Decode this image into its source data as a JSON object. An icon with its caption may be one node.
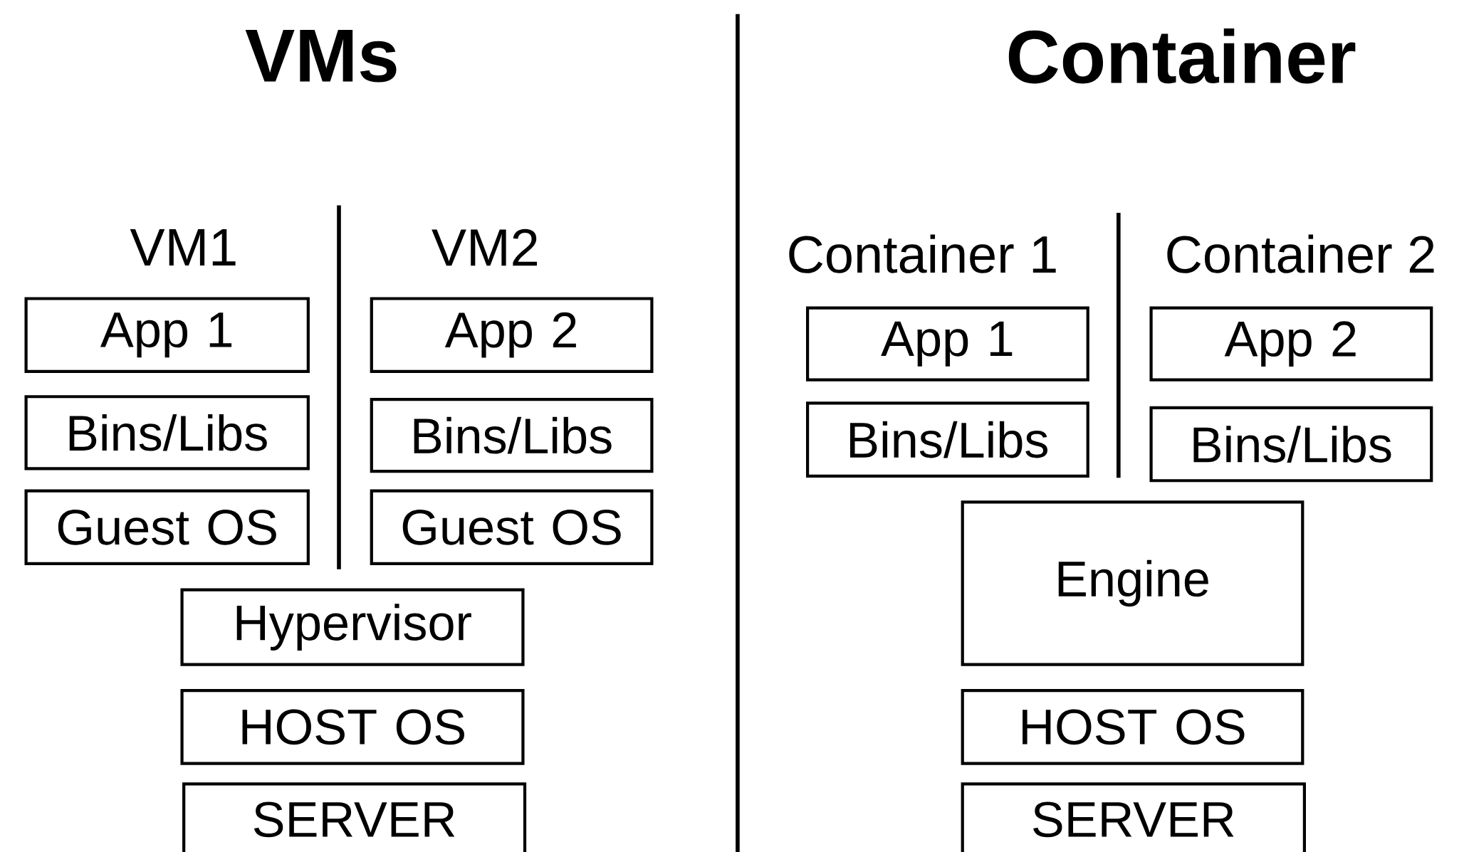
{
  "diagram": {
    "nodes": [
      {
        "text": [
          "App 1"
        ]
      },
      {
        "text": [
          "Bins/Libs"
        ]
      },
      {
        "text": [
          "Guest OS"
        ]
      },
      {
        "text": [
          "App 2"
        ]
      },
      {
        "text": [
          "Bins/Libs"
        ]
      },
      {
        "text": [
          "Guest OS"
        ]
      },
      {
        "text": [
          "Hypervisor"
        ]
      },
      {
        "text": [
          "HOST OS"
        ]
      },
      {
        "text": [
          "SERVER"
        ]
      },
      {
        "text": [
          "App 1"
        ]
      },
      {
        "text": [
          "Bins/Libs"
        ]
      },
      {
        "text": [
          "App 2"
        ]
      },
      {
        "text": [
          "Bins/Libs"
        ]
      },
      {
        "text": [
          "Engine"
        ]
      },
      {
        "text": [
          "HOST OS"
        ]
      },
      {
        "text": [
          "SERVER"
        ]
      }
    ],
    "labels": [
      "VMs",
      "Container",
      "VM1",
      "VM2",
      "Container 1",
      "Container 2"
    ]
  }
}
